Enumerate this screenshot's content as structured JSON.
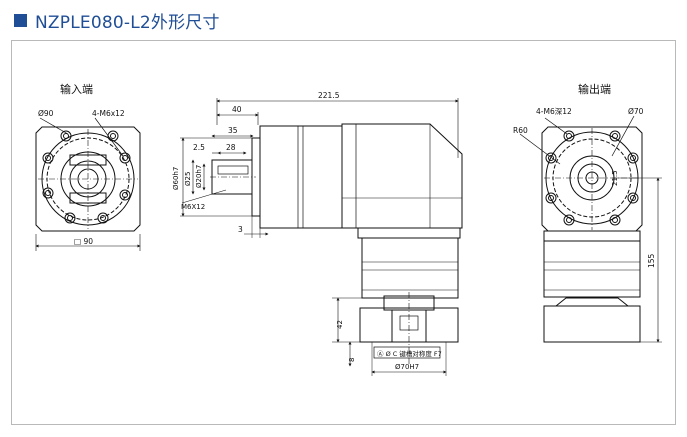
{
  "header": {
    "title": "NZPLE080-L2外形尺寸",
    "accent": "#1f4e96"
  },
  "left_view": {
    "label": "输入端",
    "dia_label": "Ø90",
    "holes_label": "4-M6x12",
    "width_label": "□ 90"
  },
  "center_view": {
    "dim_total": "221.5",
    "dim_40": "40",
    "dim_35": "35",
    "dim_25": "2.5",
    "dim_28": "28",
    "dim_3": "3",
    "dim_d60": "Ø60h7",
    "dim_d25": "Ø25",
    "dim_d20": "Ø20h7",
    "dim_m6": "M6X12",
    "dim_42": "42",
    "dim_8": "8",
    "dim_d70": "Ø70H7",
    "dim_tol": "Ⓐ Ø C 键槽对称度 F7"
  },
  "right_view": {
    "label": "输出端",
    "holes_label": "4-M6深12",
    "dia_label": "Ø70",
    "r_label": "R60",
    "dim_21": "21.5",
    "dim_155": "155"
  }
}
